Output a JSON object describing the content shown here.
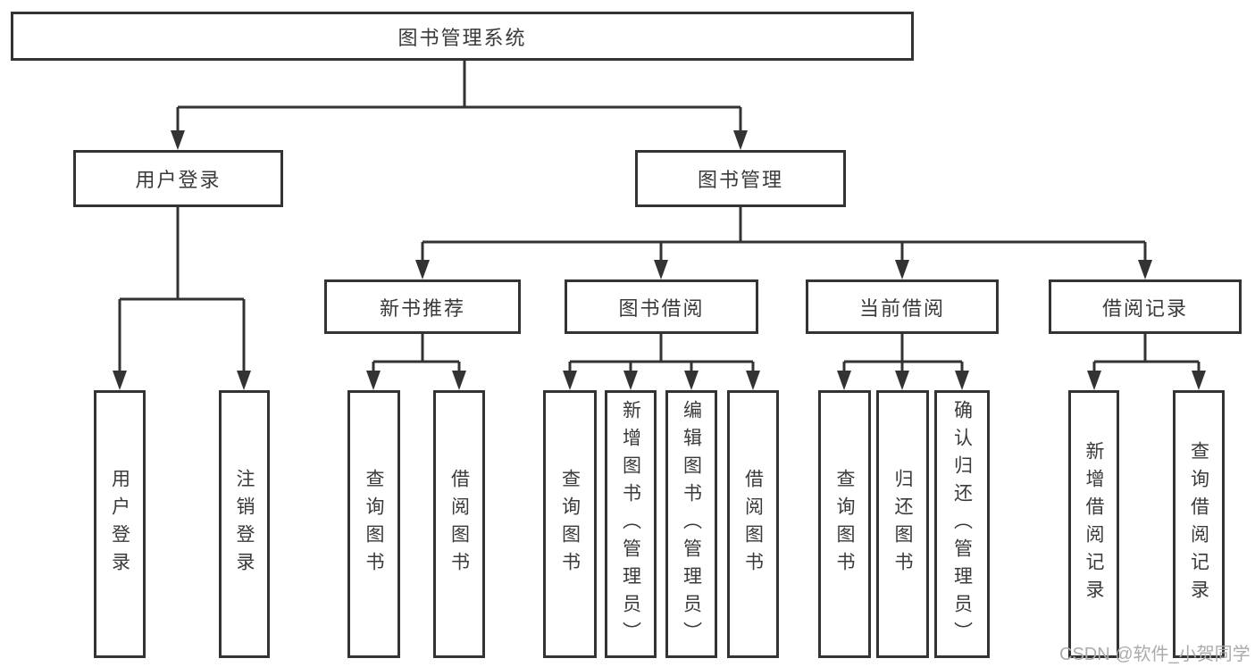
{
  "diagram": {
    "title": "图书管理系统",
    "level2": [
      {
        "label": "用户登录",
        "children": [
          {
            "label": "用户登录"
          },
          {
            "label": "注销登录"
          }
        ]
      },
      {
        "label": "图书管理",
        "children": [
          {
            "label": "新书推荐",
            "children": [
              {
                "label": "查询图书"
              },
              {
                "label": "借阅图书"
              }
            ]
          },
          {
            "label": "图书借阅",
            "children": [
              {
                "label": "查询图书"
              },
              {
                "label": "新增图书（管理员）"
              },
              {
                "label": "编辑图书（管理员）"
              },
              {
                "label": "借阅图书"
              }
            ]
          },
          {
            "label": "当前借阅",
            "children": [
              {
                "label": "查询图书"
              },
              {
                "label": "归还图书"
              },
              {
                "label": "确认归还（管理员）"
              }
            ]
          },
          {
            "label": "借阅记录",
            "children": [
              {
                "label": "新增借阅记录"
              },
              {
                "label": "查询借阅记录"
              }
            ]
          }
        ]
      }
    ]
  },
  "watermark": "CSDN @软件_小贺同学",
  "colors": {
    "line": "#333333",
    "text": "#3a3a3a",
    "box_background": "#ffffff",
    "watermark": "#ababab",
    "background": "#ffffff"
  }
}
